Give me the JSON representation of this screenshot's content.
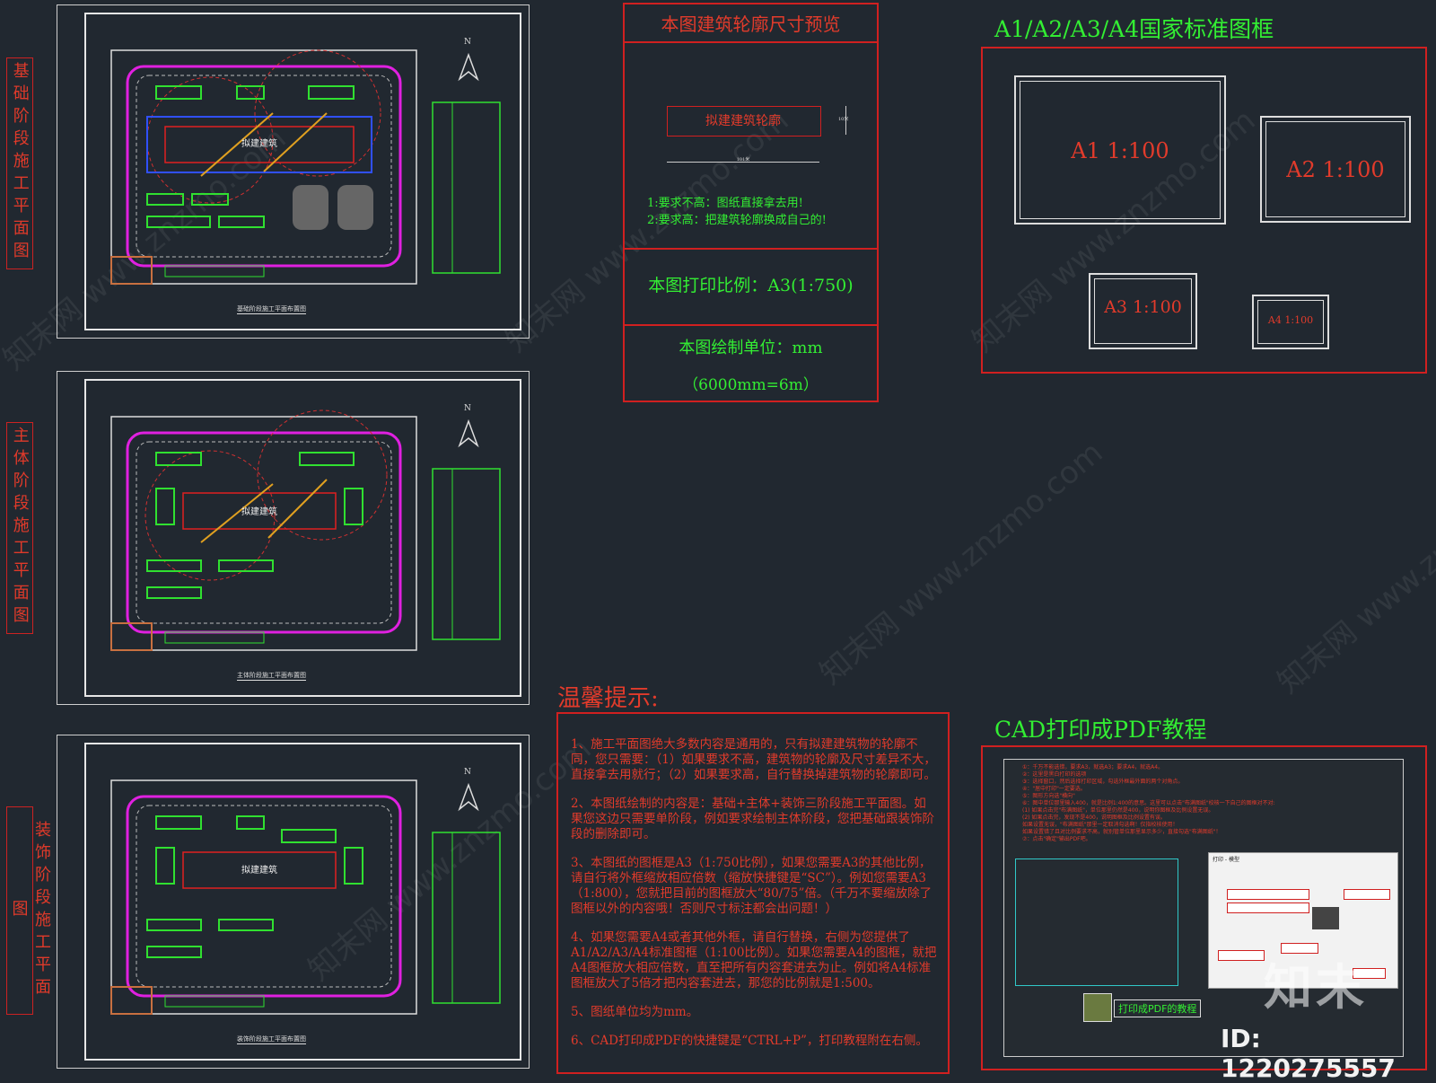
{
  "stages": [
    {
      "label": "基础阶段施工平面图",
      "caption": "基础阶段施工平面布置图",
      "building": "拟建建筑"
    },
    {
      "label": "主体阶段施工平面图",
      "caption": "主体阶段施工平面布置图",
      "building": "拟建建筑"
    },
    {
      "label": "装饰阶段施工平面图",
      "caption": "装饰阶段施工平面布置图",
      "building": "拟建建筑"
    }
  ],
  "compass": "N",
  "preview": {
    "title": "本图建筑轮廓尺寸预览",
    "outline_label": "拟建建筑轮廓",
    "dim_width": "101米",
    "dim_height": "10米",
    "note1": "1:要求不高：图纸直接拿去用!",
    "note2": "2:要求高：把建筑轮廓换成自己的!",
    "scale": "本图打印比例：A3(1:750)",
    "unit": "本图绘制单位：mm",
    "unit_note": "（6000mm=6m）"
  },
  "frames": {
    "title": "A1/A2/A3/A4国家标准图框",
    "a1": "A1  1:100",
    "a2": "A2  1:100",
    "a3": "A3  1:100",
    "a4": "A4 1:100"
  },
  "tips": {
    "title": "温馨提示:",
    "p1": "1、施工平面图绝大多数内容是通用的，只有拟建建筑物的轮廓不同，您只需要：（1）如果要求不高，建筑物的轮廓及尺寸差异不大，直接拿去用就行；（2）如果要求高，自行替换掉建筑物的轮廓即可。",
    "p2": "2、本图纸绘制的内容是：基础+主体+装饰三阶段施工平面图。如果您这边只需要单阶段，例如要求绘制主体阶段，您把基础跟装饰阶段的删除即可。",
    "p3": "3、本图纸的图框是A3（1:750比例），如果您需要A3的其他比例，请自行将外框缩放相应倍数（缩放快捷键是“SC”）。例如您需要A3（1:800），您就把目前的图框放大“80/75”倍。（千万不要缩放除了图框以外的内容哦！否则尺寸标注都会出问题！）",
    "p4": "4、如果您需要A4或者其他外框，请自行替换，右侧为您提供了A1/A2/A3/A4标准图框（1:100比例）。如果您需要A4的图框，就把A4图框放大相应倍数，直至把所有内容套进去为止。例如将A4标准图框放大了5倍才把内容套进去，那您的比例就是1:500。",
    "p5": "5、图纸单位均为mm。",
    "p6": "6、CAD打印成PDF的快捷键是“CTRL+P”，打印教程附在右侧。"
  },
  "tutorial": {
    "title": "CAD打印成PDF教程",
    "steps": [
      "①：千万不能选错，要求A3，就选A3；要求A4，就选A4。",
      "②：这里是黑白打印的选项",
      "③：选择窗口，然后选择打印区域，勾选外框最外面的两个对角点。",
      "④：\"居中打印\"一定要选。",
      "⑤：图形方向选\"横向\"",
      "⑥：图中单位那里输入400，就是比例1:400的意思。这里可以点击\"布满图纸\"校核一下自己的图框对不对:",
      "  (1) 如果点击完\"布满图纸\"，单位那里仍然是400，说明你图框及比例设置无误。",
      "  (2) 如果点击完，发现不是400，说明图框及比例设置有误。",
      "  如果设置无误，\"布满图纸\"那里一定取消勾选啊！仅指校核使用！",
      "  如果设置错了且对比例要求不高，就别管单位那里显示多少，直接勾选\"布满图纸\"！",
      "⑦：点击\"确定\"输出PDF吧。"
    ],
    "dialog_title": "打印 - 模型",
    "link": "打印成PDF的教程"
  },
  "brand": {
    "logo": "知末",
    "id": "ID: 1220275557"
  },
  "watermark": "知末网 www.znzmo.com"
}
